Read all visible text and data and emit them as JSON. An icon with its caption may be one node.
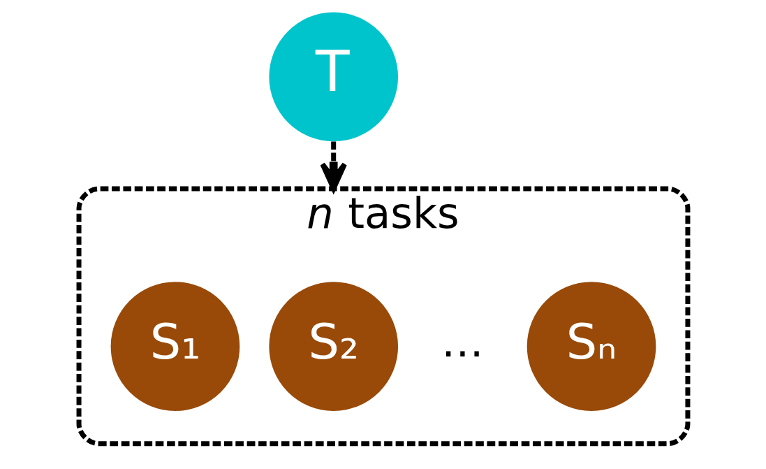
{
  "diagram": {
    "nodes": [
      {
        "text": [
          "T"
        ]
      },
      {
        "text": [
          "*n* tasks"
        ]
      },
      {
        "text": [
          "S₁"
        ],
        "in": 1
      },
      {
        "text": [
          "S₂"
        ],
        "in": 1
      },
      {
        "text": [
          "Sₙ"
        ],
        "in": 1
      }
    ],
    "edges": [
      {
        "from": 0,
        "to": 1,
        "arrow": "to",
        "style": "dashed"
      }
    ],
    "labels": [
      "…"
    ]
  }
}
